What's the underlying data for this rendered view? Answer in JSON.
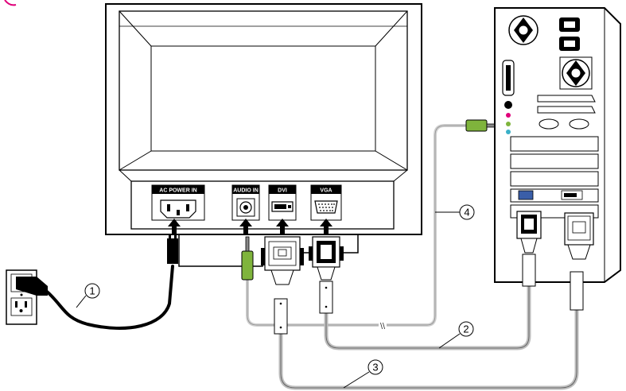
{
  "monitor": {
    "ports": [
      {
        "id": "ac",
        "label": "AC POWER IN"
      },
      {
        "id": "audio",
        "label": "AUDIO IN"
      },
      {
        "id": "dvi",
        "label": "DVI"
      },
      {
        "id": "vga",
        "label": "VGA"
      }
    ]
  },
  "cables": [
    {
      "id": "power",
      "callout": "1"
    },
    {
      "id": "vga",
      "callout": "2"
    },
    {
      "id": "dvi",
      "callout": "3"
    },
    {
      "id": "audio",
      "callout": "4"
    }
  ],
  "break_mark": "\\\\",
  "colors": {
    "line": "#000000",
    "audio_plug": "#7fb43c",
    "cable_gray": "#bdbdbd",
    "red_arrow": "#e0007a"
  }
}
